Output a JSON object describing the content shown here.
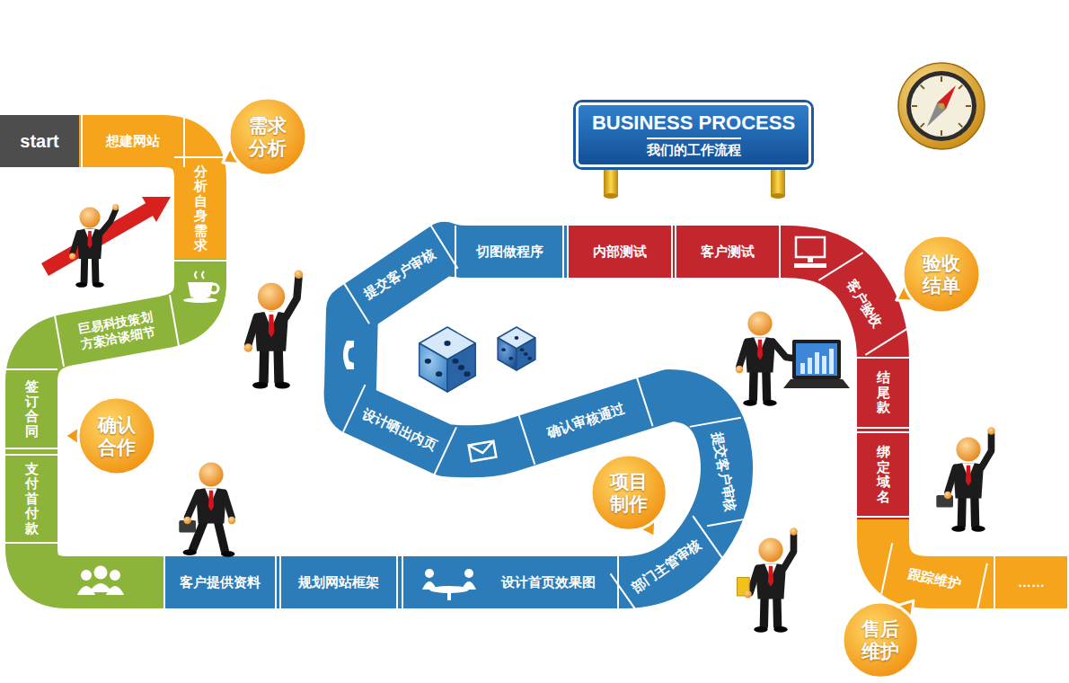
{
  "diagram": {
    "nodes": [
      {
        "text": [
          "BUSINESS PROCESS",
          "我们的工作流程"
        ]
      },
      {
        "text": [
          "start"
        ]
      },
      {
        "text": [
          "想建网站"
        ]
      },
      {
        "text": [
          "需求 分析"
        ]
      },
      {
        "text": [
          "分析自身需求"
        ]
      },
      {
        "text": [
          "巨易科技策划 方案洽谈细节"
        ]
      },
      {
        "text": [
          "签订合同"
        ]
      },
      {
        "text": [
          "确认 合作"
        ]
      },
      {
        "text": [
          "支付首付款"
        ]
      },
      {
        "text": [
          "客户提供资料"
        ]
      },
      {
        "text": [
          "规划网站框架"
        ]
      },
      {
        "text": [
          "设计首页效果图"
        ]
      },
      {
        "text": [
          "部门主管审核"
        ]
      },
      {
        "text": [
          "项目 制作"
        ]
      },
      {
        "text": [
          "提交客户审核"
        ]
      },
      {
        "text": [
          "确认审核通过"
        ]
      },
      {
        "text": [
          "设计晒出内页"
        ]
      },
      {
        "text": [
          "提交客户审核"
        ]
      },
      {
        "text": [
          "切图做程序"
        ]
      },
      {
        "text": [
          "内部测试"
        ]
      },
      {
        "text": [
          "客户测试"
        ]
      },
      {
        "text": [
          "客户验收"
        ]
      },
      {
        "text": [
          "验收 结单"
        ]
      },
      {
        "text": [
          "结尾款"
        ]
      },
      {
        "text": [
          "绑定域名"
        ]
      },
      {
        "text": [
          "跟踪维护"
        ]
      },
      {
        "text": [
          "售后 维护"
        ]
      },
      {
        "text": [
          "……"
        ]
      }
    ]
  }
}
